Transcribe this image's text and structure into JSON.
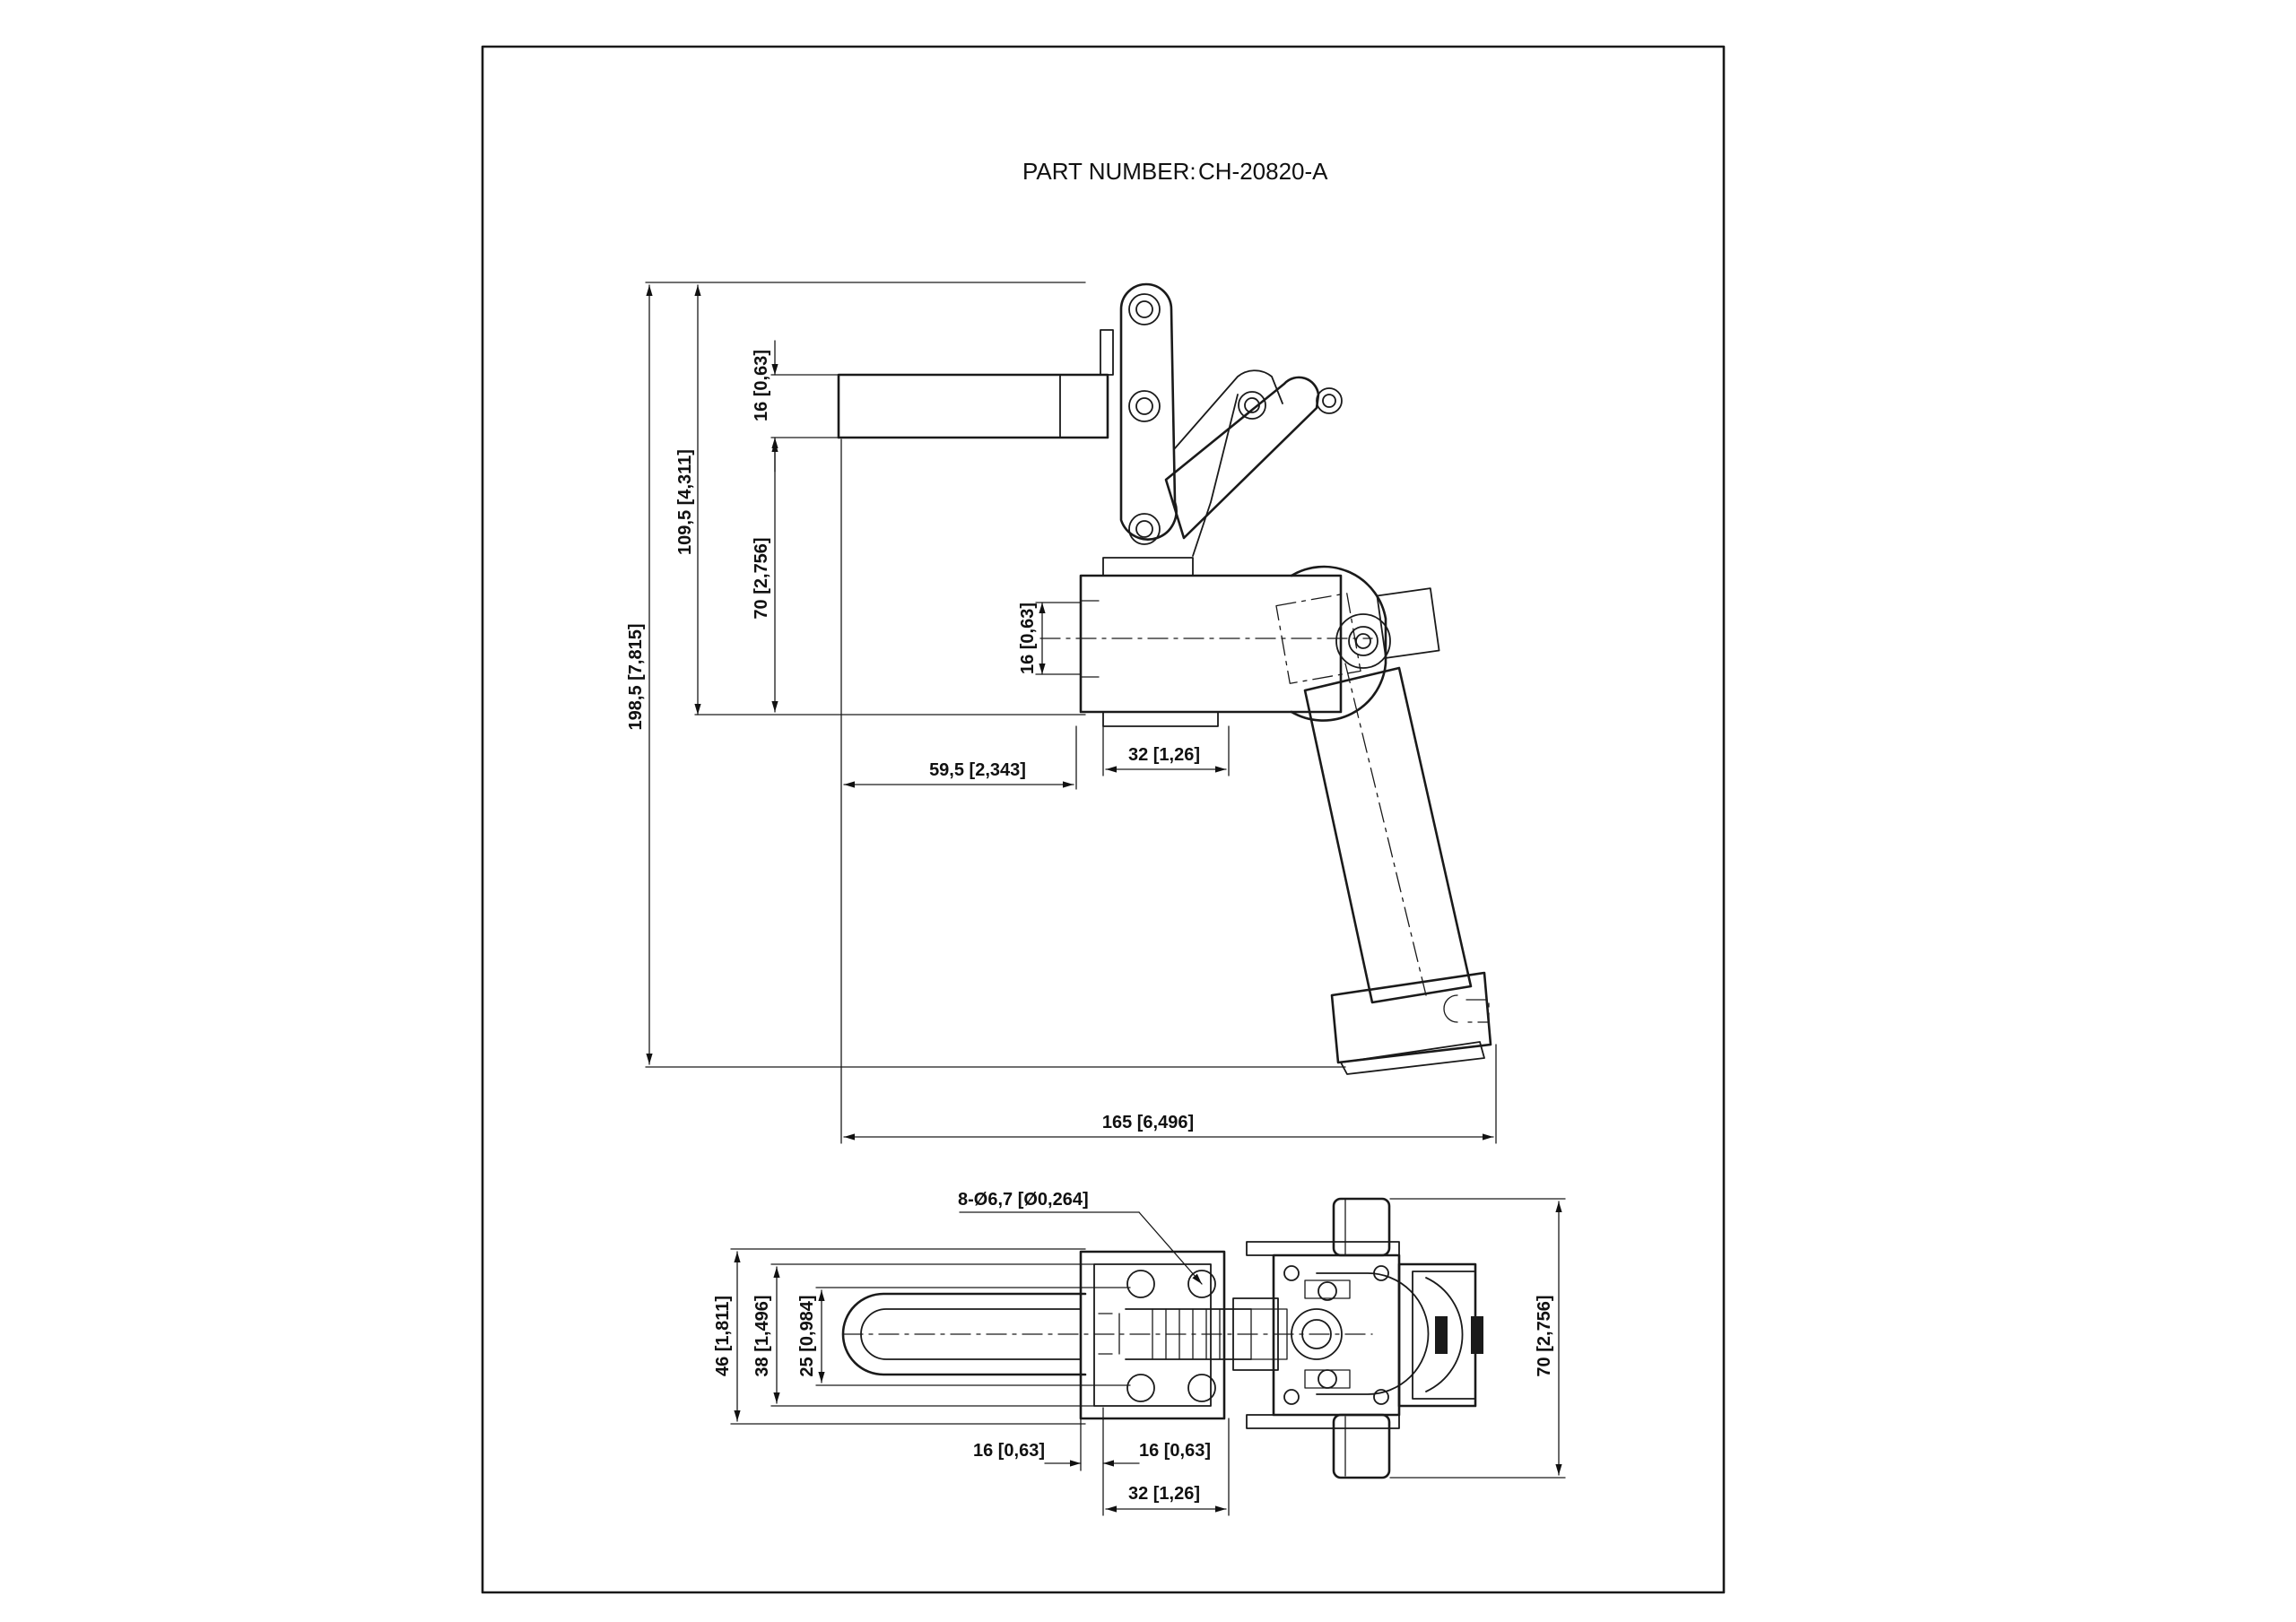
{
  "title": {
    "label": "PART NUMBER:",
    "part_number": "CH-20820-A"
  },
  "side_view": {
    "dim_total_height": "198,5 [7,815]",
    "dim_height_109": "109,5 [4,311]",
    "dim_handle_16": "16 [0,63]",
    "dim_height_70": "70 [2,756]",
    "dim_bore_16": "16 [0,63]",
    "dim_base_32": "32 [1,26]",
    "dim_offset_59": "59,5 [2,343]",
    "dim_total_width": "165 [6,496]"
  },
  "top_view": {
    "dim_holes": "8-Ø6,7 [Ø0,264]",
    "dim_width_46": "46 [1,811]",
    "dim_width_38": "38 [1,496]",
    "dim_width_25": "25 [0,984]",
    "dim_left_16": "16 [0,63]",
    "dim_mid_16": "16 [0,63]",
    "dim_base_32": "32 [1,26]",
    "dim_height_70": "70 [2,756]"
  },
  "colors": {
    "line": "#1a1a1a",
    "background": "#ffffff"
  }
}
